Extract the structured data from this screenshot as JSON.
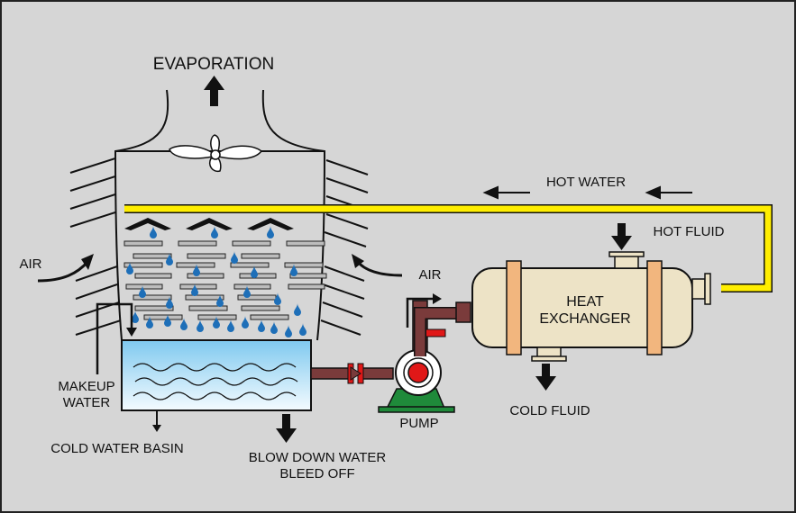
{
  "labels": {
    "evaporation": "EVAPORATION",
    "hot_water": "HOT WATER",
    "hot_fluid": "HOT FLUID",
    "air_left": "AIR",
    "air_right": "AIR",
    "heat_exchanger_line1": "HEAT",
    "heat_exchanger_line2": "EXCHANGER",
    "makeup_water_line1": "MAKEUP",
    "makeup_water_line2": "WATER",
    "pump": "PUMP",
    "cold_fluid": "COLD FLUID",
    "cold_water_basin": "COLD WATER BASIN",
    "blow_down_line1": "BLOW DOWN WATER",
    "blow_down_line2": "BLEED OFF"
  },
  "colors": {
    "background": "#d6d6d6",
    "hot_water_pipe": "#ffee00",
    "pipe": "#7a3b3b",
    "valve": "#e01818",
    "pump_base": "#1f8a3a",
    "exchanger_body": "#ede3c6",
    "exchanger_band": "#f2b67e",
    "water_drop": "#1e6fb8",
    "basin_water_top": "#7fc9ef"
  },
  "icons": {
    "fan": "fan-icon",
    "pump": "pump-icon",
    "valve": "valve-icon",
    "water_drop": "water-drop-icon"
  }
}
